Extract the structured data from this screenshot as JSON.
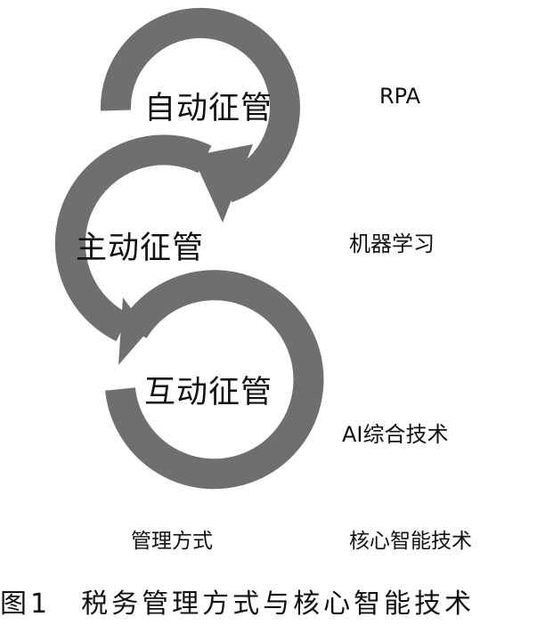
{
  "modes": [
    {
      "label": "自动征管"
    },
    {
      "label": "主动征管"
    },
    {
      "label": "互动征管"
    }
  ],
  "technologies": [
    {
      "label": "RPA"
    },
    {
      "label": "机器学习"
    },
    {
      "label": "AI综合技术"
    }
  ],
  "columns": {
    "left_label": "管理方式",
    "right_label": "核心智能技术"
  },
  "caption": "图1　税务管理方式与核心智能技术",
  "colors": {
    "arc": "#6f6f6f",
    "text": "#111111",
    "background": "#ffffff"
  }
}
